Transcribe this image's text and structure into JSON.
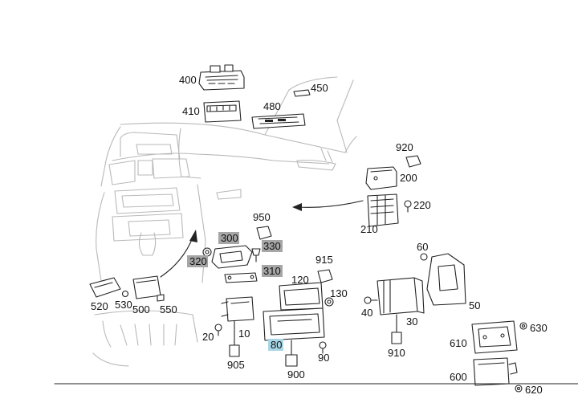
{
  "labels": {
    "p10": "10",
    "p20": "20",
    "p30": "30",
    "p40": "40",
    "p50": "50",
    "p60": "60",
    "p80": "80",
    "p90": "90",
    "p120": "120",
    "p130": "130",
    "p200": "200",
    "p210": "210",
    "p220": "220",
    "p300": "300",
    "p310": "310",
    "p320": "320",
    "p330": "330",
    "p400": "400",
    "p410": "410",
    "p450": "450",
    "p480": "480",
    "p500": "500",
    "p520": "520",
    "p530": "530",
    "p550": "550",
    "p600": "600",
    "p610": "610",
    "p620": "620",
    "p630": "630",
    "p900": "900",
    "p905": "905",
    "p910": "910",
    "p915": "915",
    "p920": "920",
    "p950": "950"
  },
  "highlight_colors": {
    "grey": "#a6a6a6",
    "blue": "#a9d6e5"
  },
  "highlighted_parts": {
    "grey": [
      "300",
      "310",
      "320",
      "330"
    ],
    "blue": [
      "80"
    ]
  }
}
